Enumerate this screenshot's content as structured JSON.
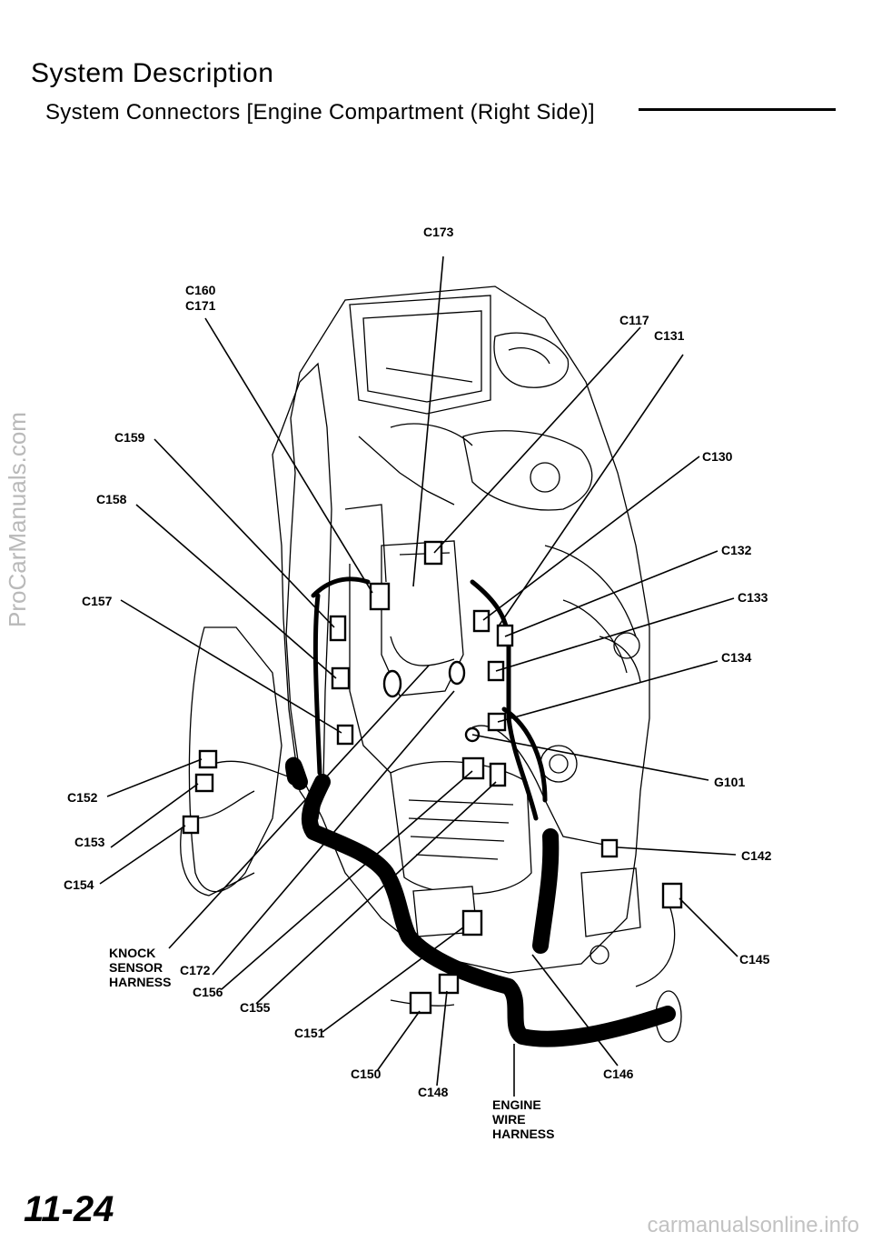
{
  "header": {
    "title": "System Description",
    "subtitle": "System Connectors [Engine Compartment (Right Side)]"
  },
  "diagram": {
    "labels": {
      "c173": "C173",
      "c160": "C160",
      "c171": "C171",
      "c117": "C117",
      "c131": "C131",
      "c159": "C159",
      "c130": "C130",
      "c158": "C158",
      "c132": "C132",
      "c157": "C157",
      "c133": "C133",
      "c134": "C134",
      "g101": "G101",
      "c152": "C152",
      "c153": "C153",
      "c142": "C142",
      "c154": "C154",
      "knock_1": "KNOCK",
      "knock_2": "SENSOR",
      "knock_3": "HARNESS",
      "c172": "C172",
      "c156": "C156",
      "c145": "C145",
      "c155": "C155",
      "c151": "C151",
      "c150": "C150",
      "c146": "C146",
      "c148": "C148",
      "engine_1": "ENGINE",
      "engine_2": "WIRE",
      "engine_3": "HARNESS"
    }
  },
  "footer": {
    "page_number": "11-24",
    "watermark_side": "ProCarManuals.com",
    "watermark_bottom": "carmanualsonline.info"
  }
}
